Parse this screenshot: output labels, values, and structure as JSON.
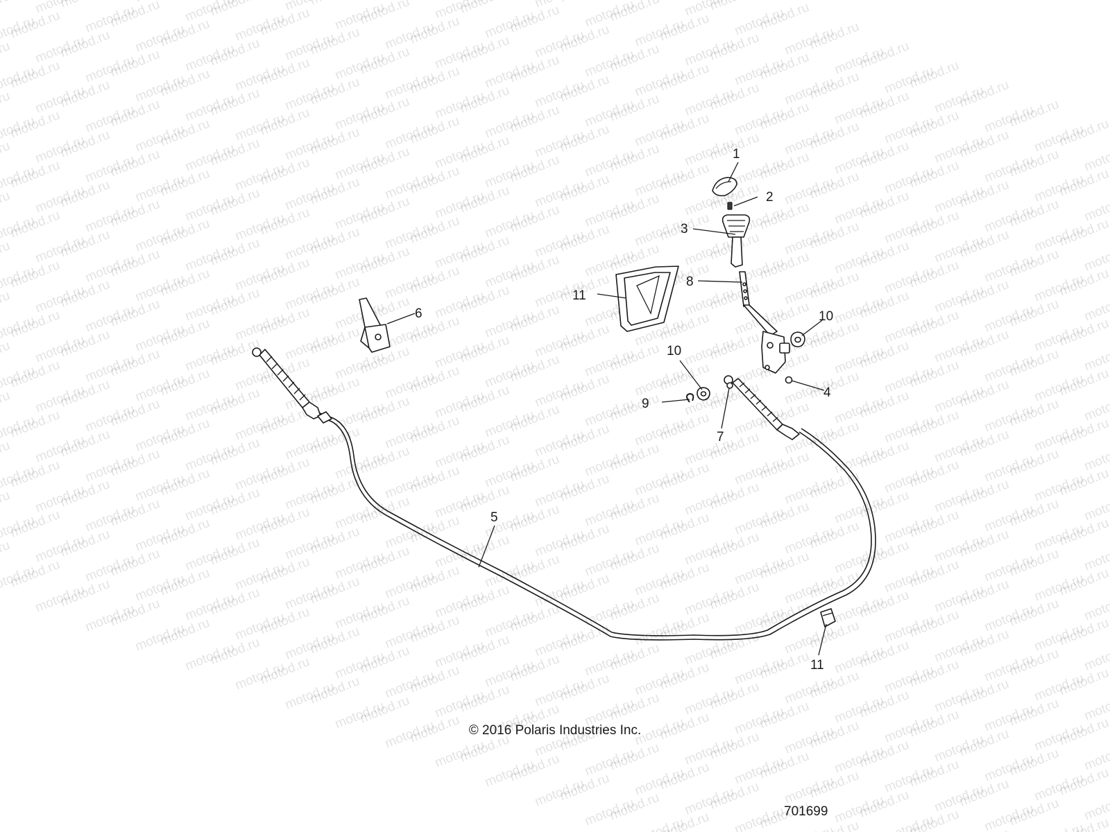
{
  "watermark": {
    "text": "motod.ru"
  },
  "diagram": {
    "callouts": [
      "1",
      "2",
      "3",
      "8",
      "11",
      "6",
      "10",
      "10",
      "4",
      "9",
      "7",
      "5",
      "11"
    ]
  },
  "copyright": "© 2016 Polaris Industries Inc.",
  "diagram_number": "701699",
  "colors": {
    "line": "#1a1a1a",
    "background": "#ffffff"
  }
}
